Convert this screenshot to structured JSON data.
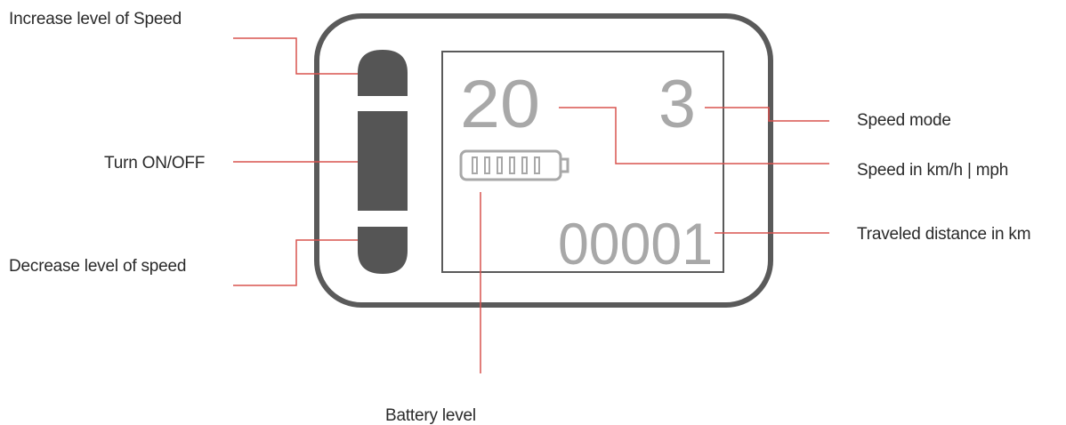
{
  "labels": {
    "increase": "Increase level of Speed",
    "power": "Turn ON/OFF",
    "decrease": "Decrease level of speed",
    "speed_mode": "Speed mode",
    "speed_unit": "Speed in km/h | mph",
    "distance": "Traveled distance in km",
    "battery": "Battery level"
  },
  "display": {
    "speed": "20",
    "mode": "3",
    "odometer": "00001",
    "battery_bars": 6
  },
  "colors": {
    "leader_line": "#d9534f",
    "device_outline": "#5a5a5a",
    "button_fill": "#555555",
    "lcd_text": "#a8a8a8"
  }
}
